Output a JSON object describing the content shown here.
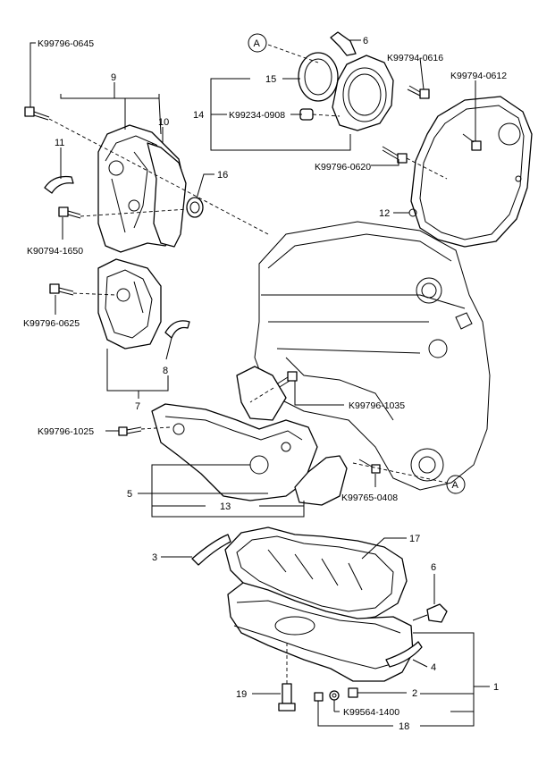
{
  "callouts": {
    "n1": "1",
    "n2": "2",
    "n3": "3",
    "n4": "4",
    "n5": "5",
    "n6a": "6",
    "n6b": "6",
    "n7": "7",
    "n8": "8",
    "n9": "9",
    "n10": "10",
    "n11": "11",
    "n12": "12",
    "n13": "13",
    "n14": "14",
    "n15": "15",
    "n16": "16",
    "n17": "17",
    "n18": "18",
    "n19": "19",
    "refA1": "A",
    "refA2": "A"
  },
  "part_numbers": {
    "p0645": "K99796-0645",
    "p1650": "K90794-1650",
    "p0625": "K99796-0625",
    "p1025": "K99796-1025",
    "p1035": "K99796-1035",
    "p0408": "K99765-0408",
    "p0616": "K99794-0616",
    "p0612": "K99794-0612",
    "p0908": "K99234-0908",
    "p0620": "K99796-0620",
    "p1400": "K99564-1400"
  }
}
